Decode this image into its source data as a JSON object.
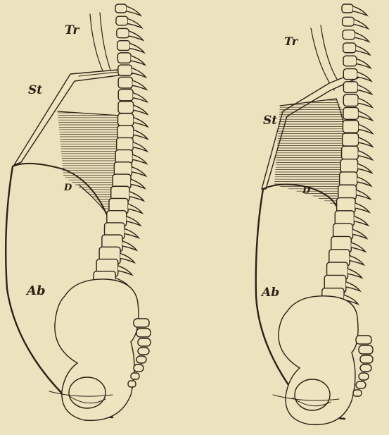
{
  "background": "#ece2bd",
  "ink": "#2b2116",
  "figures": [
    {
      "labels": {
        "trachea": "Tr",
        "sternum": "St",
        "diaphragm": "D",
        "abdomen": "Ab"
      }
    },
    {
      "labels": {
        "trachea": "Tr",
        "sternum": "St",
        "diaphragm": "D",
        "abdomen": "Ab"
      }
    }
  ]
}
